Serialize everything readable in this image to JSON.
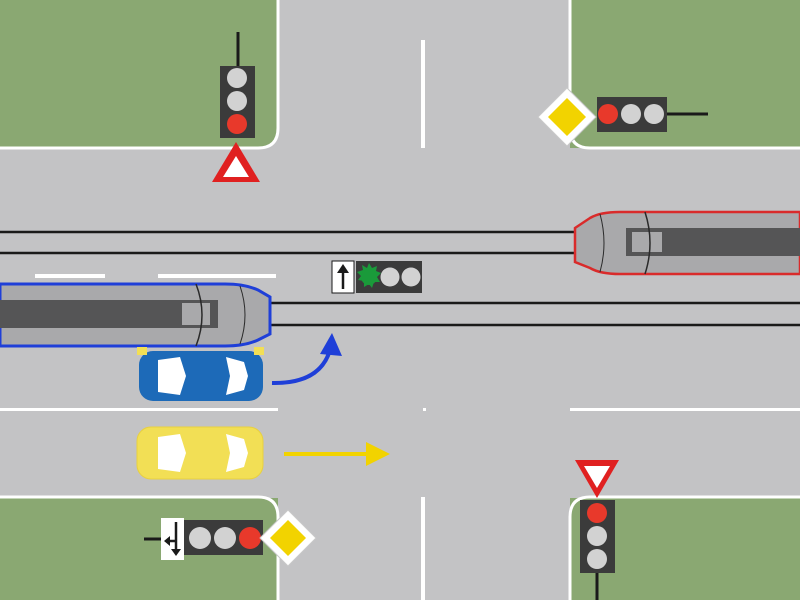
{
  "scene": {
    "colors": {
      "grass": "#8aa872",
      "road": "#c3c3c5",
      "curb": "#ffffff",
      "tram_rail": "#1a1a1a",
      "light_off": "#d2d2d2",
      "light_red": "#e8392b",
      "light_green": "#1a9a3a",
      "blue_tram_outline": "#1f3fd8",
      "red_tram_outline": "#d92b2b",
      "blue_car": "#1d6ab8",
      "yellow_car": "#f2df55",
      "yield_sign": "#e02020",
      "priority_sign": "#f2d300",
      "blue_arrow": "#1f3fd8",
      "yellow_arrow": "#f2d300"
    },
    "signals": [
      {
        "id": "north-west",
        "state": "red",
        "sign": "yield-sign"
      },
      {
        "id": "north-east",
        "state": "red",
        "sign": "priority-road-sign"
      },
      {
        "id": "tram-signal",
        "state": "green",
        "sign": "straight-arrow-plate"
      },
      {
        "id": "south-west",
        "state": "red",
        "sign": "priority-road-sign",
        "plate": "left-turn-arrow-plate"
      },
      {
        "id": "south-east",
        "state": "red",
        "sign": "yield-sign"
      }
    ],
    "vehicles": [
      {
        "id": "blue-tram",
        "direction": "east"
      },
      {
        "id": "red-tram",
        "direction": "west"
      },
      {
        "id": "blue-car",
        "direction": "turn-left",
        "arrow": "blue-arrow"
      },
      {
        "id": "yellow-car",
        "direction": "straight",
        "arrow": "yellow-arrow"
      }
    ]
  }
}
